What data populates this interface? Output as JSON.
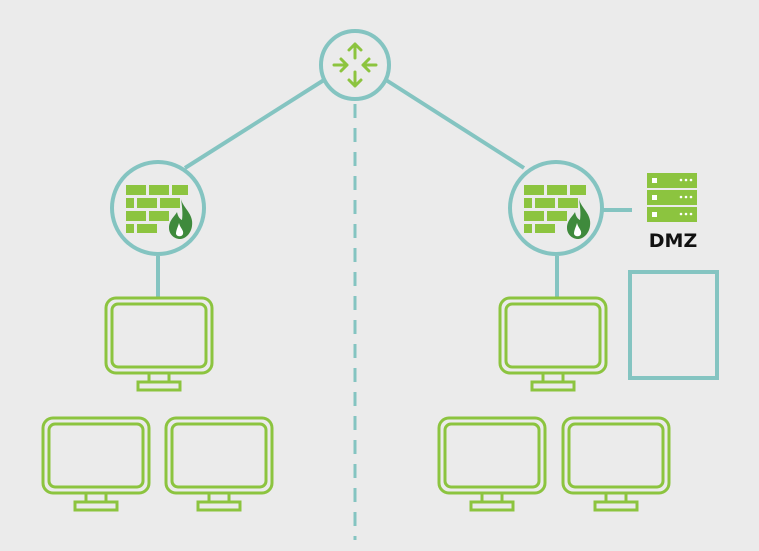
{
  "diagram": {
    "dmz_label": "DMZ",
    "colors": {
      "background": "#ebebeb",
      "link": "#84c4c1",
      "device": "#8cc43f",
      "flame": "#3f8a3c",
      "label": "#111111"
    },
    "nodes": [
      {
        "name": "router",
        "icon": "router-arrows-icon"
      },
      {
        "name": "firewall-left",
        "icon": "firewall-icon"
      },
      {
        "name": "firewall-right",
        "icon": "firewall-icon"
      },
      {
        "name": "dmz-server",
        "icon": "server-rack-icon"
      },
      {
        "name": "dmz-zone",
        "icon": "empty-box"
      }
    ],
    "networks": [
      {
        "side": "left",
        "computers": 3,
        "icon": "monitor-icon"
      },
      {
        "side": "right",
        "computers": 3,
        "icon": "monitor-icon"
      }
    ]
  }
}
